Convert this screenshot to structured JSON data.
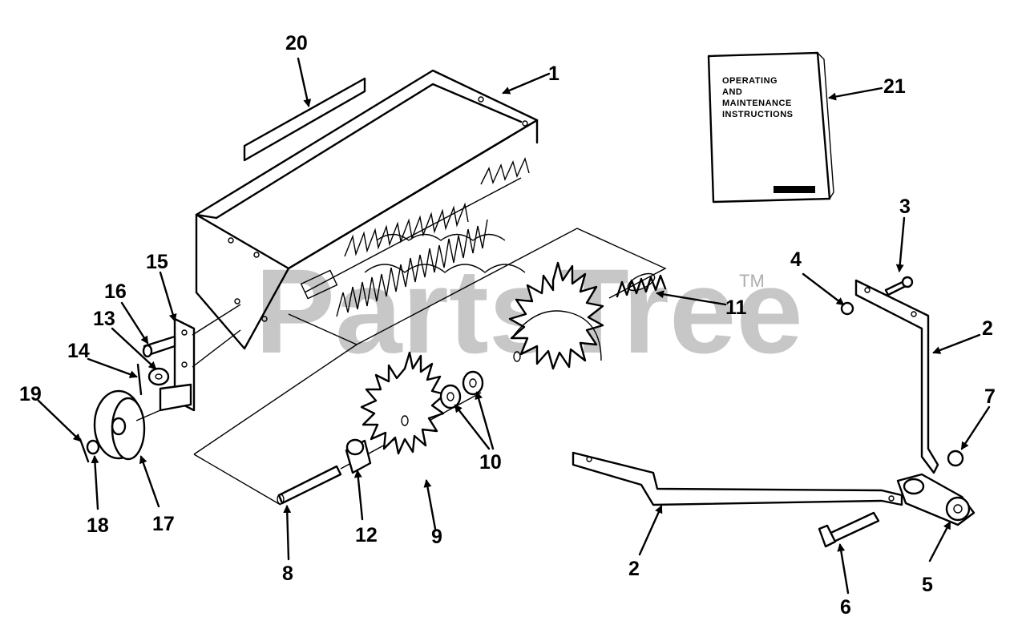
{
  "watermark": {
    "text": "PartsTree",
    "trademark": "TM"
  },
  "manual": {
    "lines": [
      "OPERATING",
      "AND",
      "MAINTENANCE",
      "INSTRUCTIONS"
    ]
  },
  "callouts": {
    "c1": "1",
    "c2a": "2",
    "c2b": "2",
    "c3": "3",
    "c4": "4",
    "c5": "5",
    "c6": "6",
    "c7": "7",
    "c8": "8",
    "c9": "9",
    "c10": "10",
    "c11": "11",
    "c12": "12",
    "c13": "13",
    "c14": "14",
    "c15": "15",
    "c16": "16",
    "c17": "17",
    "c18": "18",
    "c19": "19",
    "c20": "20",
    "c21": "21"
  },
  "colors": {
    "line": "#000000",
    "watermark": "#9a9a9a",
    "background": "#ffffff"
  }
}
